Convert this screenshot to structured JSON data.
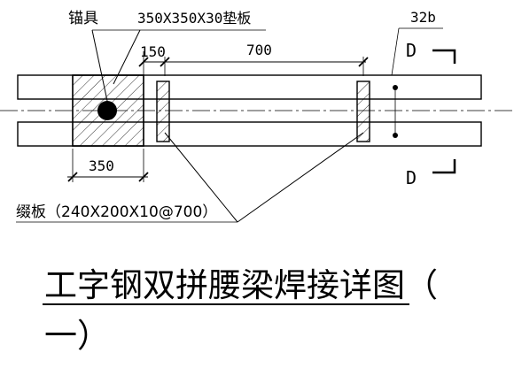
{
  "labels": {
    "anchor": "锚具",
    "pad_plate": "350X350X30垫板",
    "channel": "32b",
    "dim_150": "150",
    "dim_700": "700",
    "dim_350": "350",
    "section_mark_top": "D",
    "section_mark_bottom": "D",
    "batten_plate": "缀板（240X200X10@700）"
  },
  "title": {
    "line1": "工字钢双拼腰梁焊接详图（",
    "line2": "一）"
  }
}
